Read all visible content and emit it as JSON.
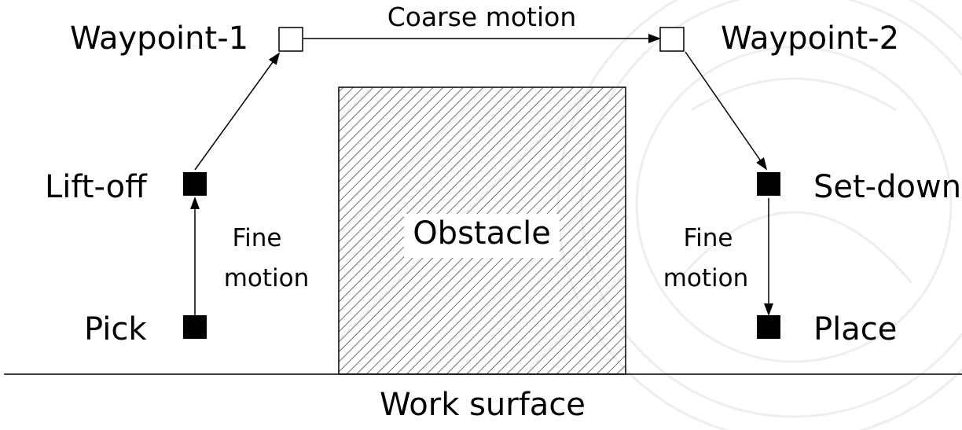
{
  "diagram": {
    "labels": {
      "waypoint_1": "Waypoint-1",
      "waypoint_2": "Waypoint-2",
      "coarse_motion": "Coarse motion",
      "lift_off": "Lift-off",
      "set_down": "Set-down",
      "pick": "Pick",
      "place": "Place",
      "fine_motion_left_line1": "Fine",
      "fine_motion_left_line2": "motion",
      "fine_motion_right_line1": "Fine",
      "fine_motion_right_line2": "motion",
      "obstacle": "Obstacle",
      "work_surface": "Work surface"
    },
    "colors": {
      "ink": "#000000",
      "hatch": "#333333",
      "watermark": "#eeeeee",
      "background": "#ffffff"
    },
    "node_styles": {
      "waypoints": "hollow-square",
      "contact_points": "filled-square"
    }
  }
}
